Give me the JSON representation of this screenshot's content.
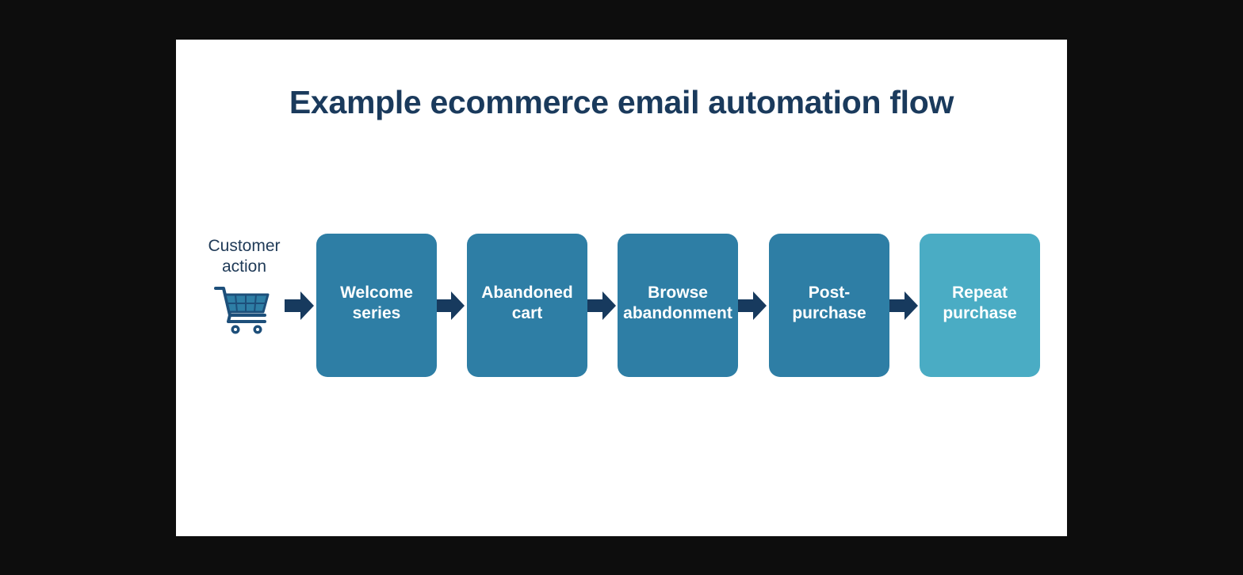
{
  "title": "Example ecommerce email automation flow",
  "trigger": {
    "label": "Customer\naction",
    "icon": "shopping-cart-icon"
  },
  "steps": [
    {
      "label": "Welcome\nseries",
      "color": "#2e7ea5"
    },
    {
      "label": "Abandoned\ncart",
      "color": "#2e7ea5"
    },
    {
      "label": "Browse\nabandonment",
      "color": "#2e7ea5"
    },
    {
      "label": "Post-\npurchase",
      "color": "#2e7ea5"
    },
    {
      "label": "Repeat\npurchase",
      "color": "#4aacc4"
    }
  ],
  "colors": {
    "arrow": "#173a5e",
    "title": "#1a3a5c",
    "icon": "#1d4f7a",
    "cart_basket": "#2e7ea5"
  }
}
